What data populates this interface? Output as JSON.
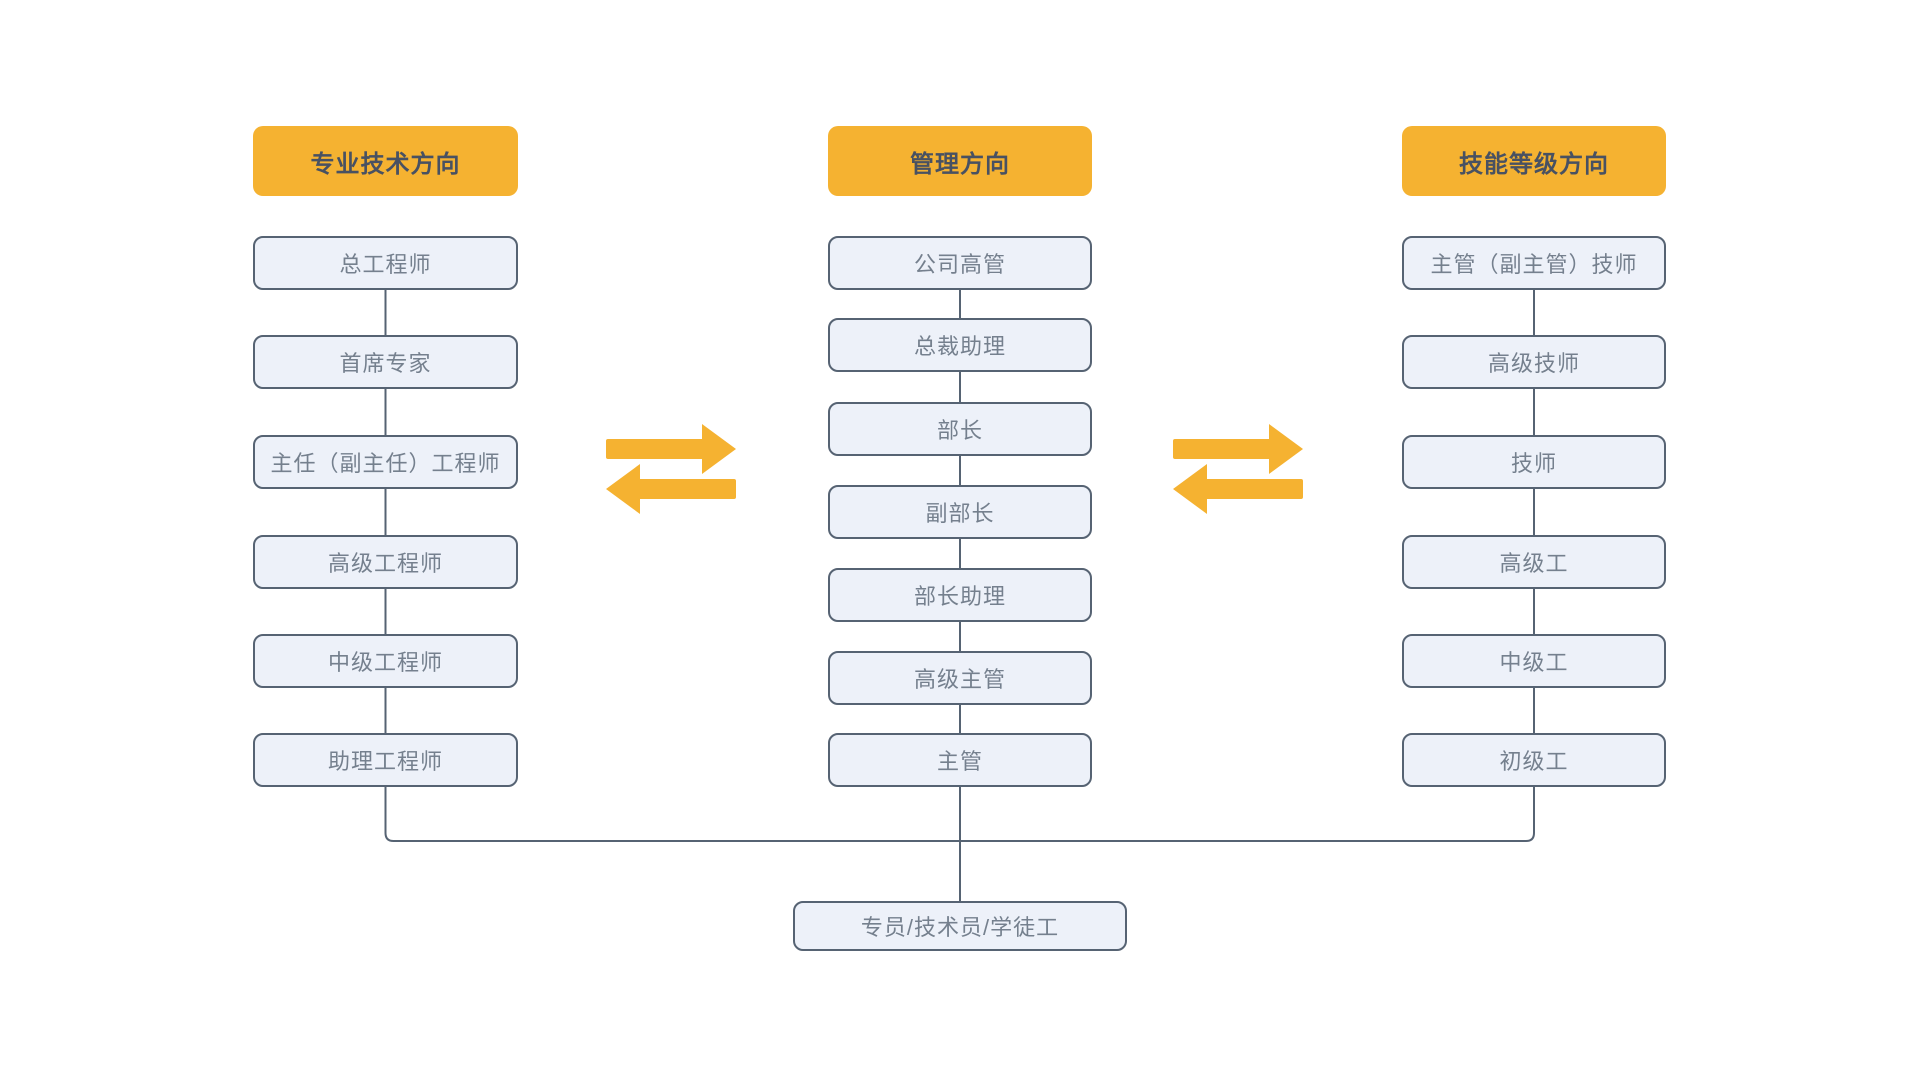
{
  "colors": {
    "header_bg": "#F5B231",
    "header_text": "#485162",
    "box_bg": "#EDF1F9",
    "box_border": "#566373",
    "box_text": "#75808E",
    "connector": "#566373",
    "arrow": "#F5B231",
    "page_bg": "#FFFFFF"
  },
  "columns": [
    {
      "header": "专业技术方向",
      "items": [
        "总工程师",
        "首席专家",
        "主任（副主任）工程师",
        "高级工程师",
        "中级工程师",
        "助理工程师"
      ]
    },
    {
      "header": "管理方向",
      "items": [
        "公司高管",
        "总裁助理",
        "部长",
        "副部长",
        "部长助理",
        "高级主管",
        "主管"
      ]
    },
    {
      "header": "技能等级方向",
      "items": [
        "主管（副主管）技师",
        "高级技师",
        "技师",
        "高级工",
        "中级工",
        "初级工"
      ]
    }
  ],
  "bottom_node": "专员/技术员/学徒工",
  "icons": {
    "left_swap": "bidirectional-swap-arrows",
    "right_swap": "bidirectional-swap-arrows"
  }
}
